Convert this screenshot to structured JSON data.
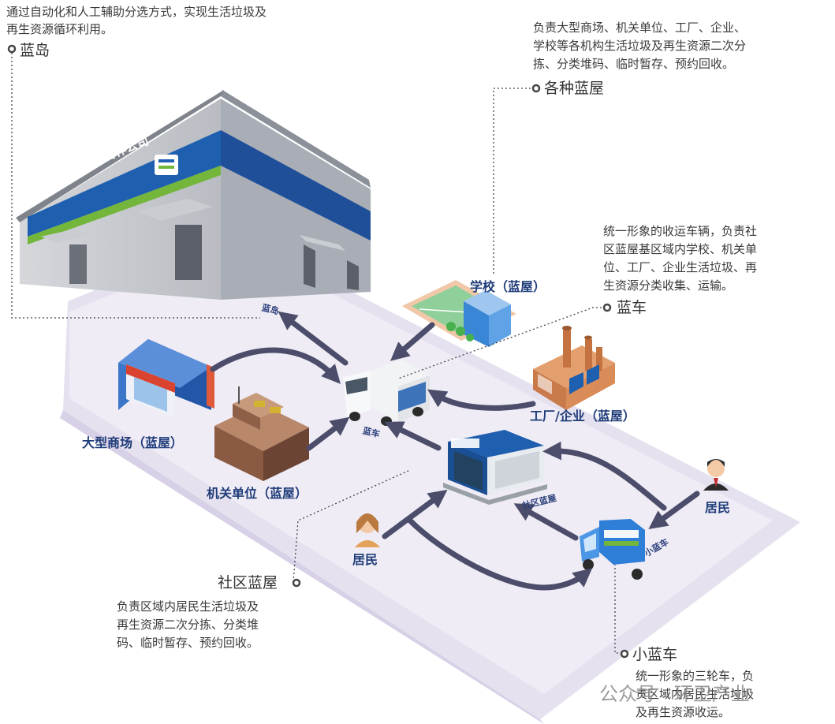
{
  "lan_dao": {
    "title": "蓝岛",
    "desc": [
      "通过自动化和人工辅助分选方式，实现生活垃圾及",
      "再生资源循环利用。"
    ],
    "sign": "小中岛四方合作公司"
  },
  "gezhong_lanwu": {
    "title": "各种蓝屋",
    "desc": [
      "负责大型商场、机关单位、工厂、企业、",
      "学校等各机构生活垃圾及再生资源二次分",
      "拣、分类堆码、临时暂存、预约回收。"
    ]
  },
  "lan_che": {
    "title": "蓝车",
    "desc": [
      "统一形象的收运车辆，负责社",
      "区蓝屋基区域内学校、机关单",
      "位、工厂、企业生活垃圾、再",
      "生资源分类收集、运输。"
    ]
  },
  "shequ_lanwu": {
    "title": "社区蓝屋",
    "desc": [
      "负责区域内居民生活垃圾及",
      "再生资源二次分拣、分类堆",
      "码、临时暂存、预约回收。"
    ]
  },
  "xiao_lanche": {
    "title": "小蓝车",
    "desc": [
      "统一形象的三轮车，负",
      "责区域内居民生活垃圾",
      "及再生资源收运。"
    ]
  },
  "nodes": {
    "school": "学校（蓝屋）",
    "factory": "工厂/企业（蓝屋）",
    "mall": "大型商场（蓝屋）",
    "office": "机关单位（蓝屋）",
    "resident_left": "居民",
    "resident_right": "居民"
  },
  "flow_labels": {
    "to_island": "蓝岛",
    "truck": "蓝车",
    "community": "社区蓝屋",
    "tricycle": "小蓝车"
  },
  "watermark": "公众号 · 环卫产业",
  "colors": {
    "primary_blue": "#1f3c7a",
    "accent_blue": "#1e5fb0",
    "platform": "#e6e1ef",
    "arrow": "#4b4d6a",
    "leader": "#444444"
  }
}
